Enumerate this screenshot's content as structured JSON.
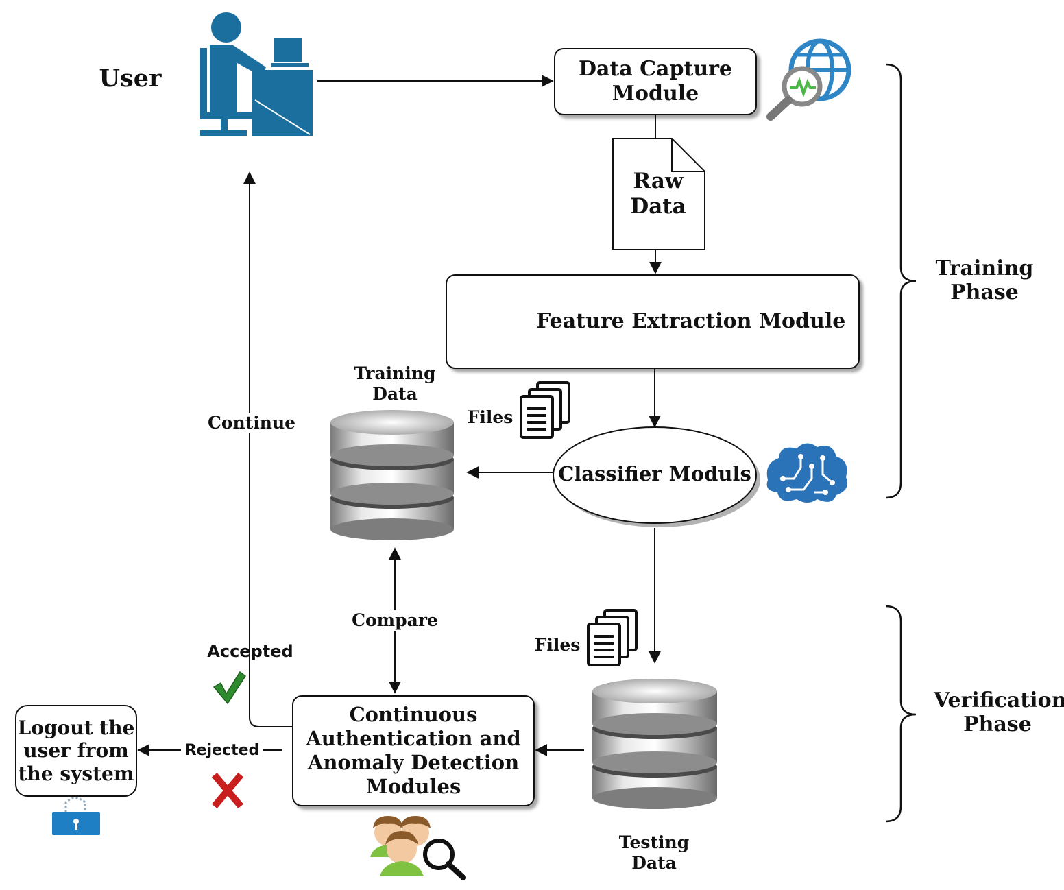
{
  "nodes": {
    "user": "User",
    "data_capture": [
      "Data Capture",
      "Module"
    ],
    "raw_data": [
      "Raw",
      "Data"
    ],
    "feature_extraction": "Feature Extraction Module",
    "classifier": "Classifier Moduls",
    "training_data": [
      "Training",
      "Data"
    ],
    "testing_data": [
      "Testing",
      "Data"
    ],
    "files_top": "Files",
    "files_bottom": "Files",
    "ca_module": [
      "Continuous",
      "Authentication and",
      "Anomaly Detection",
      "Modules"
    ],
    "logout": [
      "Logout the",
      "user from",
      "the system"
    ]
  },
  "edges": {
    "continue": "Continue",
    "compare": "Compare",
    "accepted": "Accepted",
    "rejected": "Rejected"
  },
  "phases": {
    "training": [
      "Training",
      "Phase"
    ],
    "verification": [
      "Verification",
      "Phase"
    ]
  },
  "colors": {
    "user_icon": "#1a6f9e",
    "globe": "#2f86c6",
    "brain": "#2a73b8",
    "gear": "#f0b43a",
    "check": "#2e8b2e",
    "cross": "#c81e1e",
    "lock": "#1f7fc4",
    "people": "#7fc241"
  },
  "icons": {
    "user": "user-at-computer-icon",
    "globe": "globe-magnifier-icon",
    "gear": "gear-icon",
    "brain": "brain-circuit-icon",
    "files": "files-stack-icon",
    "database": "database-icon",
    "check": "checkmark-icon",
    "cross": "x-mark-icon",
    "lock": "lock-icon",
    "people": "people-search-icon"
  }
}
